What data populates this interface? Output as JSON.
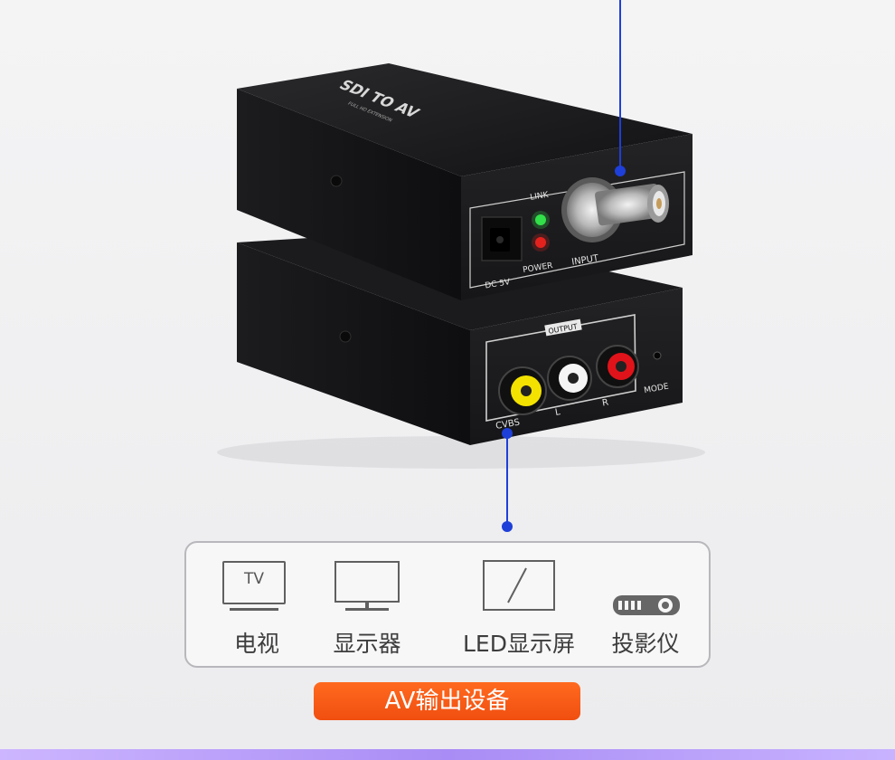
{
  "product": {
    "top_label": "SDI TO AV",
    "top_sublabel": "FULL HD EXTENSION",
    "link_label": "LINK",
    "power_label": "POWER",
    "input_label": "INPUT",
    "dc_label": "DC 5V",
    "output_label": "OUTPUT",
    "cvbs_label": "CVBS",
    "l_label": "L",
    "r_label": "R",
    "mode_label": "MODE"
  },
  "devices": {
    "tv_icon_text": "TV",
    "items": [
      {
        "label": "电视",
        "icon": "tv-icon"
      },
      {
        "label": "显示器",
        "icon": "monitor-icon"
      },
      {
        "label": "LED显示屏",
        "icon": "led-screen-icon"
      },
      {
        "label": "投影仪",
        "icon": "projector-icon"
      }
    ]
  },
  "badge": {
    "text": "AV输出设备"
  },
  "colors": {
    "connector": "#1e3fd8",
    "badge": "#f55a14",
    "panel_border": "#b8b8bc",
    "bottom_strip": "#b79cff"
  }
}
